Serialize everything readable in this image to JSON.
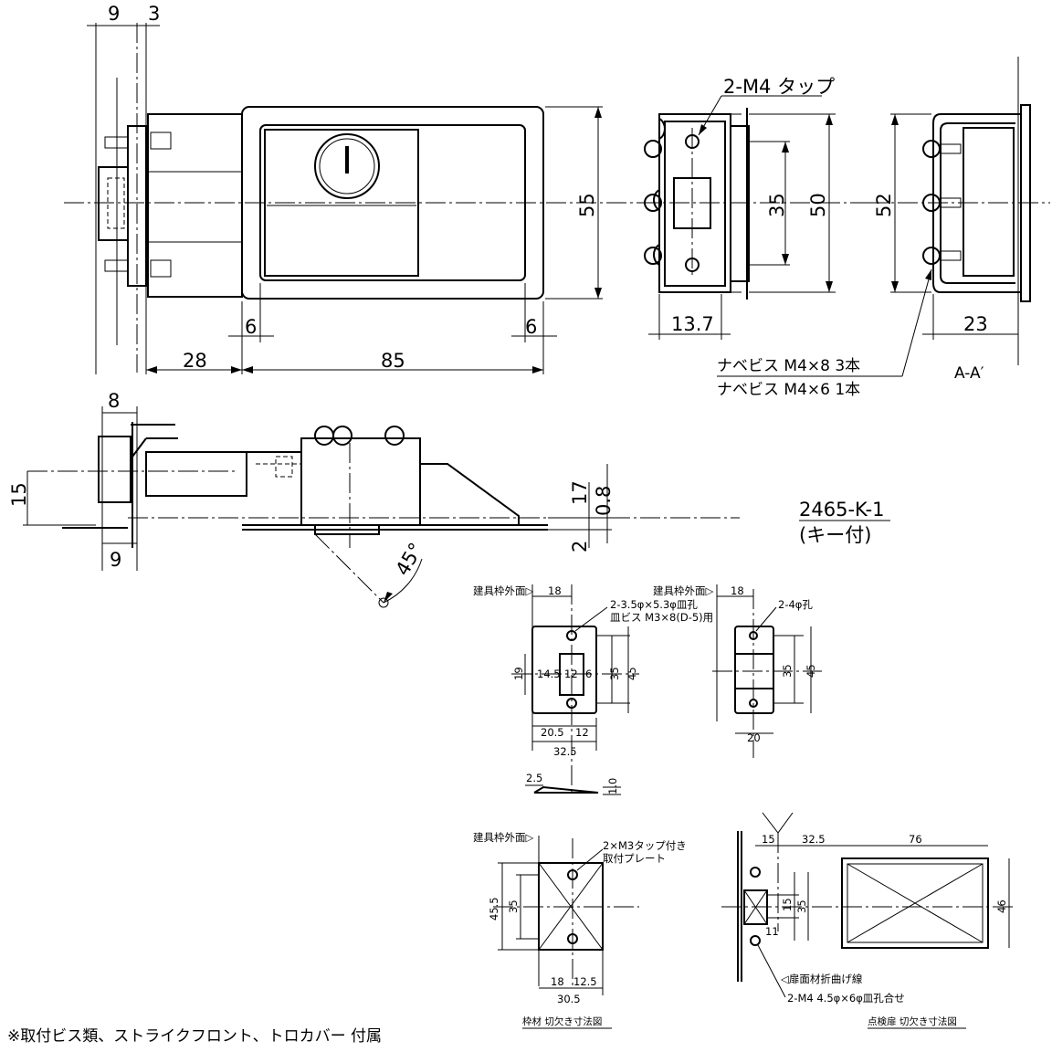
{
  "title": {
    "model": "2465-K-1",
    "variant": "(キー付)"
  },
  "main_view": {
    "dim_9": "9",
    "dim_3": "3",
    "dim_28": "28",
    "dim_85": "85",
    "dim_6_left": "6",
    "dim_6_right": "6",
    "dim_55": "55"
  },
  "side_view": {
    "tap_label": "2-M4 タップ",
    "dim_13_7": "13.7",
    "dim_35": "35",
    "dim_50": "50"
  },
  "section_view": {
    "dim_52": "52",
    "dim_23": "23",
    "screw_1": "ナベビス M4×8 3本",
    "screw_2": "ナベビス M4×6 1本",
    "section_label": "A-A′"
  },
  "bottom_view": {
    "dim_8": "8",
    "dim_15": "15",
    "dim_9": "9",
    "dim_17": "17",
    "dim_0_8": "0.8",
    "dim_2": "2",
    "angle": "45°"
  },
  "strike_front": {
    "ref_label": "建具枠外面▷",
    "dim_18": "18",
    "hole_label_1": "2-3.5φ×5.3φ皿孔",
    "hole_label_2": "皿ビス M3×8(D-5)用",
    "dim_19": "19",
    "dim_14_5": "14.5",
    "dim_12": "12",
    "dim_6": "6",
    "dim_35": "35",
    "dim_45": "45",
    "dim_20_5": "20.5",
    "dim_12_b": "12",
    "dim_32_5": "32.5",
    "dim_2_5": "2.5",
    "dim_1_0": "1.0"
  },
  "keeper": {
    "ref_label": "建具枠外面▷",
    "dim_18": "18",
    "hole_label": "2-4φ孔",
    "dim_35": "35",
    "dim_45": "45",
    "dim_20": "20"
  },
  "frame_cutout": {
    "ref_label": "建具枠外面▷",
    "plate_label_1": "2×M3タップ付き",
    "plate_label_2": "取付プレート",
    "dim_45_5": "45.5",
    "dim_35": "35",
    "dim_18": "18",
    "dim_12_5": "12.5",
    "dim_30_5": "30.5",
    "caption": "枠材 切欠き寸法図"
  },
  "door_cutout": {
    "dim_15": "15",
    "dim_32_5": "32.5",
    "dim_76": "76",
    "dim_15_v": "15",
    "dim_35": "35",
    "dim_46": "46",
    "dim_11": "11",
    "bend_label": "◁扉面材折曲げ線",
    "hole_label": "2-M4 4.5φ×6φ皿孔合せ",
    "caption": "点検扉 切欠き寸法図"
  },
  "note": "※取付ビス類、ストライクフロント、トロカバー 付属"
}
